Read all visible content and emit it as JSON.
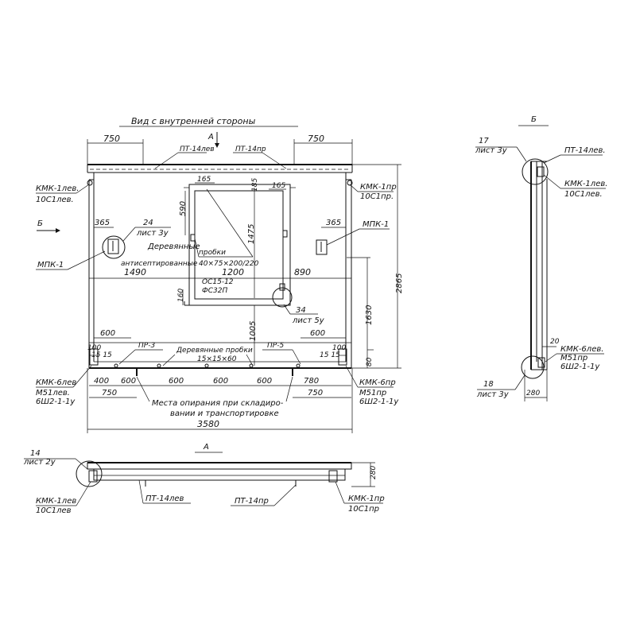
{
  "main_view": {
    "title": "Вид с внутренней стороны",
    "section_mark": "А",
    "arrow_b": "Б",
    "dims": {
      "top_left": "750",
      "top_right": "750",
      "left_365": "365",
      "right_365": "365",
      "d590": "590",
      "d165a": "165",
      "d185": "185",
      "d165b": "165",
      "d1475": "1475",
      "d1490": "1490",
      "d1200": "1200",
      "d890": "890",
      "d160": "160",
      "d1630": "1630",
      "d2865": "2865",
      "d1005": "1005",
      "d600l": "600",
      "d600r": "600",
      "d80": "80",
      "d100l": "100",
      "d15l": "15 15",
      "d100r": "100",
      "d15r": "15 15",
      "b400": "400",
      "b600a": "600",
      "b600b": "600",
      "b600c": "600",
      "b600d": "600",
      "b780": "780",
      "b750l": "750",
      "b750r": "750",
      "total": "3580"
    },
    "labels": {
      "pt14lev": "ПТ-14лев",
      "pt14pr": "ПТ-14пр",
      "kmk1lev": "КМК-1лев.",
      "s1lev": "10С1лев.",
      "kmk1pr": "КМК-1пр",
      "s1pr": "10С1пр.",
      "mpk1_right": "МПК-1",
      "mpk1_left": "МПК-1",
      "n24": "24",
      "list3u_a": "лист 3у",
      "plugs_title": "Деревянные",
      "plugs_word": "пробки",
      "plugs_anti": "антисептированные",
      "plugs_size": "40×75×200/220",
      "os": "ОС15-12",
      "fs": "ФС32П",
      "n34": "34",
      "list5u": "лист 5у",
      "pr3": "ПР-3",
      "pr5": "ПР-5",
      "plugs2_title": "Деревянные пробки",
      "plugs2_size": "15×15×60",
      "kmk6lev": "КМК-6лев",
      "m51lev": "М51лев.",
      "sh_lev": "6Ш2-1-1у",
      "kmk6pr": "КМК-6пр",
      "m51pr": "М51пр",
      "sh_pr": "6Ш2-1-1у",
      "support_1": "Места опирания при складиро-",
      "support_2": "вании и транспортировке"
    }
  },
  "side_view": {
    "title": "Б",
    "n17": "17",
    "list3u": "лист 3у",
    "pt14lev": "ПТ-14лев.",
    "kmk1lev": "КМК-1лев.",
    "s1lev": "10С1лев.",
    "d20": "20",
    "kmk6lev": "КМК-6лев.",
    "m51pr": "М51пр",
    "sh": "6Ш2-1-1у",
    "n18": "18",
    "list3u_b": "лист 3у",
    "d280": "280"
  },
  "plan_view": {
    "title": "А",
    "n14": "14",
    "list2u": "лист 2у",
    "kmk1lev": "КМК-1лев",
    "s1lev": "10С1лев",
    "pt14lev": "ПТ-14лев",
    "pt14pr": "ПТ-14пр",
    "kmk1pr": "КМК-1пр",
    "s1pr": "10С1пр",
    "d280": "280"
  }
}
